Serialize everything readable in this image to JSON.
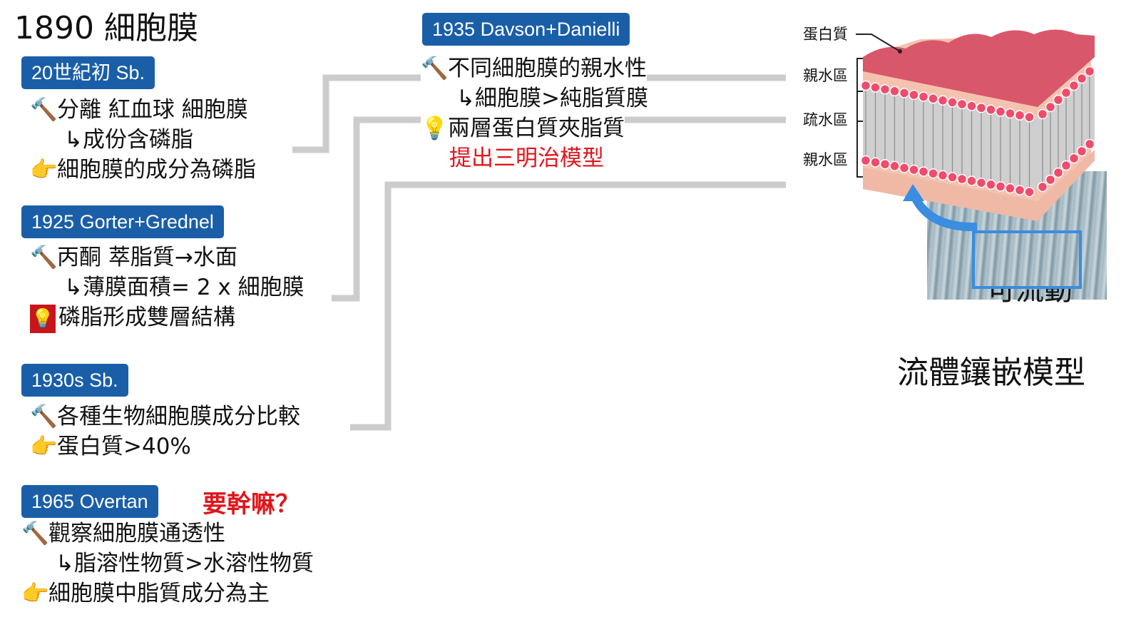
{
  "title": "1890 細胞膜",
  "blocks": [
    {
      "tag": "20世紀初 Sb.",
      "lines": [
        {
          "icon": "🔨",
          "text": "分離 紅血球 細胞膜"
        },
        {
          "icon": "↳",
          "text": "成份含磷脂"
        },
        {
          "icon": "👉",
          "text": "細胞膜的成分為磷脂"
        }
      ]
    },
    {
      "tag": "1925 Gorter+Grednel",
      "lines": [
        {
          "icon": "🔨",
          "text": "丙酮 萃脂質→水面"
        },
        {
          "icon": "↳",
          "text": "薄膜面積= 2 x 細胞膜"
        },
        {
          "icon": "💡",
          "text": "磷脂形成雙層結構"
        }
      ]
    },
    {
      "tag": "1930s Sb.",
      "lines": [
        {
          "icon": "🔨",
          "text": "各種生物細胞膜成分比較"
        },
        {
          "icon": "👉",
          "text": "蛋白質>40%"
        }
      ]
    },
    {
      "tag": "1965 Overtan",
      "note": "要幹嘛？",
      "lines": [
        {
          "icon": "🔨",
          "text": "觀察細胞膜通透性"
        },
        {
          "icon": "↳",
          "text": "脂溶性物質>水溶性物質"
        },
        {
          "icon": "👉",
          "text": "細胞膜中脂質成分為主"
        }
      ]
    }
  ],
  "center": {
    "tag": "1935 Davson+Danielli",
    "lines": [
      {
        "icon": "🔨",
        "text": "不同細胞膜的親水性"
      },
      {
        "icon": "↳",
        "text": "細胞膜>純脂質膜"
      },
      {
        "icon": "💡",
        "text": "兩層蛋白質夾脂質"
      }
    ],
    "highlight": "提出三明治模型"
  },
  "membrane_labels": {
    "protein": "蛋白質",
    "hydrophilic_top": "親水區",
    "hydrophobic": "疏水區",
    "hydrophilic_bottom": "親水區"
  },
  "right_text": {
    "partial": "可流動",
    "model": "流體鑲嵌模型"
  },
  "colors": {
    "tag_bg": "#1a5ea8",
    "red": "#e0161c",
    "connector": "#cccccc",
    "protein": "#d9576a",
    "lipid_head": "#ef4c6c",
    "arrow": "#3a8de0"
  }
}
